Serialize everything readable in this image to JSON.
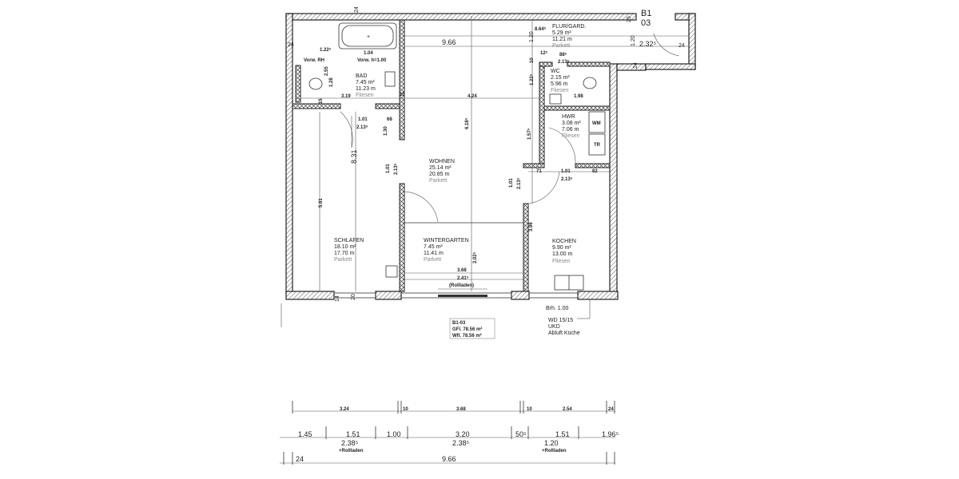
{
  "unit_label": {
    "line1": "B1",
    "line2": "03"
  },
  "rooms": [
    {
      "name": "BAD",
      "area": "7.45 m²",
      "perimeter": "11.23 m",
      "floor": "Fliesen"
    },
    {
      "name": "FLUR/GARD.",
      "area": "5.29 m²",
      "perimeter": "11.21 m",
      "floor": "Parkett"
    },
    {
      "name": "WC",
      "area": "2.15 m²",
      "perimeter": "5.96 m",
      "floor": "Fliesen"
    },
    {
      "name": "HWR",
      "area": "3.08 m²",
      "perimeter": "7.06 m",
      "floor": "Fliesen"
    },
    {
      "name": "WOHNEN",
      "area": "25.14 m²",
      "perimeter": "20.85 m",
      "floor": "Parkett"
    },
    {
      "name": "SCHLAFEN",
      "area": "18.10 m²",
      "perimeter": "17.70 m",
      "floor": "Parkett"
    },
    {
      "name": "WINTERGARTEN",
      "area": "7.45 m²",
      "perimeter": "11.41 m",
      "floor": "Parkett"
    },
    {
      "name": "KOCHEN",
      "area": "9.90 m²",
      "perimeter": "13.00 m",
      "floor": "Fliesen"
    }
  ],
  "appliances": {
    "washer": "WM",
    "dryer": "TR"
  },
  "summary": {
    "unit": "B1-03",
    "gfl": "GFl.   78.56 m²",
    "wfl": "Wfl.   78.56 m²"
  },
  "notes": {
    "brh": "Brh. 1.00",
    "wd": "WD 15/15",
    "ukd": "UKD",
    "abluft": "Abluft Küche",
    "rollladen": "(Rollladen)"
  },
  "plan_dims": {
    "d24a": "24",
    "d24b": "24",
    "d24c": "24",
    "d24d": "24",
    "d25": "25",
    "d966": "9.66",
    "d120a": "1.20",
    "d120b": "1.20",
    "d2325": "2.32⁵",
    "d8645": "8.64⁵",
    "d885": "88⁵",
    "d125": "12⁵",
    "d2135a": "2.13⁵",
    "d10a": "10",
    "d122": "1.22⁵",
    "d198": "1.98",
    "d424": "4.24",
    "d319": "3.19",
    "d255": "2.55",
    "d128": "1.28",
    "d15a": "15",
    "d15b": "15",
    "d101a": "1.01",
    "d2135b": "2.13⁵",
    "d68": "68",
    "d130": "1.30",
    "d618": "6.18⁵",
    "d157": "1.57⁵",
    "d831": "8.31",
    "d561": "5.61",
    "d101b": "1.01",
    "d2135c": "2.13⁵",
    "d101c": "1.01",
    "d2135d": "2.13⁵",
    "d71": "71",
    "d101d": "1.01",
    "d2135e": "2.13⁵",
    "d82": "82",
    "d396": "3.96",
    "d2025": "2.02⁵",
    "d368": "3.68",
    "d2415": "2.41⁵",
    "d20": "20",
    "d14": "14",
    "d1225": "1.22⁵",
    "d104": "1.04",
    "vorw_rh": "Vorw. RH",
    "vorw_h": "Vorw. h=1.00"
  },
  "bottom_dims": {
    "row1": [
      "3.24",
      "10",
      "3.68",
      "10",
      "2.54",
      "24"
    ],
    "row2": [
      "1.45",
      "1.51",
      "1.00",
      "3.20",
      "50⁵",
      "1.51",
      "1.96⁵"
    ],
    "row2_sub": [
      "2.38⁵",
      "+Rollladen",
      "2.38⁵",
      "1.20",
      "+Rollladen"
    ],
    "row3": [
      "24",
      "9.66"
    ]
  }
}
